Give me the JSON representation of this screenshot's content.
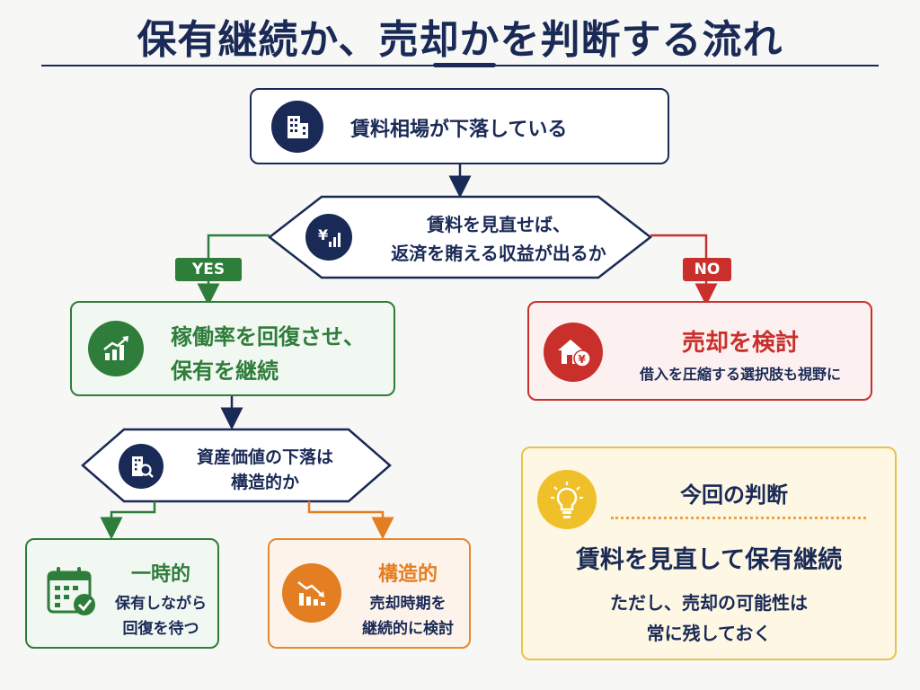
{
  "title": "保有継続か、売却かを判断する流れ",
  "colors": {
    "navy": "#1a2a56",
    "green": "#2e7d3a",
    "red": "#c9302c",
    "orange": "#e37e22",
    "yellow": "#f0c02b"
  },
  "start": {
    "text": "賃料相場が下落している",
    "icon": "building-icon"
  },
  "decision1": {
    "line1": "賃料を見直せば、",
    "line2": "返済を賄える収益が出るか",
    "icon": "yen-chart-icon"
  },
  "yes_label": "YES",
  "no_label": "NO",
  "yes_box": {
    "line1": "稼働率を回復させ、",
    "line2": "保有を継続",
    "icon": "growth-chart-icon"
  },
  "no_box": {
    "title": "売却を検討",
    "sub": "借入を圧縮する選択肢も視野に",
    "icon": "house-yen-icon"
  },
  "decision2": {
    "line1": "資産価値の下落は",
    "line2": "構造的か",
    "icon": "building-search-icon"
  },
  "temporary": {
    "title": "一時的",
    "line1": "保有しながら",
    "line2": "回復を待つ",
    "icon": "calendar-check-icon"
  },
  "structural": {
    "title": "構造的",
    "line1": "売却時期を",
    "line2": "継続的に検討",
    "icon": "declining-chart-icon"
  },
  "conclusion": {
    "heading": "今回の判断",
    "main": "賃料を見直して保有継続",
    "note1": "ただし、売却の可能性は",
    "note2": "常に残しておく",
    "icon": "lightbulb-icon"
  }
}
